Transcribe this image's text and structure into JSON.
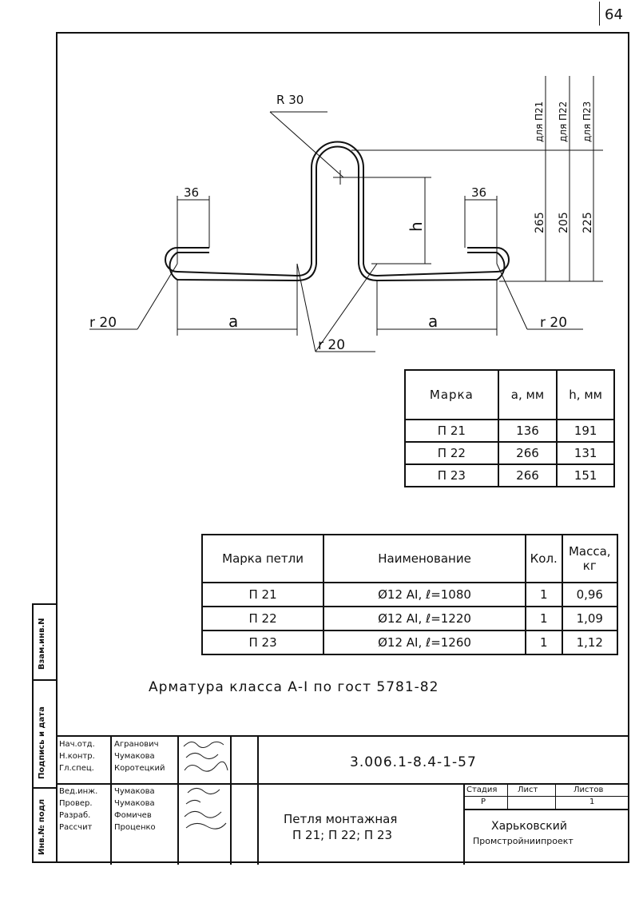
{
  "page_number": "64",
  "drawing": {
    "radius_top": "R 30",
    "bend_left": "r 20",
    "bend_middle": "r 20",
    "bend_right": "r 20",
    "hook_left": "36",
    "hook_right": "36",
    "dim_a_left": "a",
    "dim_a_right": "a",
    "dim_h": "h",
    "heights": [
      "265",
      "205",
      "225"
    ],
    "height_labels": [
      "для П21",
      "для П22",
      "для П23"
    ]
  },
  "dimensions_table": {
    "headers": [
      "Марка",
      "a, мм",
      "h, мм"
    ],
    "rows": [
      [
        "П 21",
        "136",
        "191"
      ],
      [
        "П 22",
        "266",
        "131"
      ],
      [
        "П 23",
        "266",
        "151"
      ]
    ]
  },
  "spec_table": {
    "headers": [
      "Марка петли",
      "Наименование",
      "Кол.",
      "Масса, кг"
    ],
    "rows": [
      [
        "П 21",
        "Ø12 AI, ℓ=1080",
        "1",
        "0,96"
      ],
      [
        "П 22",
        "Ø12 AI, ℓ=1220",
        "1",
        "1,09"
      ],
      [
        "П 23",
        "Ø12 AI, ℓ=1260",
        "1",
        "1,12"
      ]
    ]
  },
  "note": "Арматура   класса  А-I  по гост  5781-82",
  "side_labels": [
    "Взам.инв.N",
    "Подпись и дата",
    "Инв.№ подл"
  ],
  "title_block": {
    "roles": [
      "Нач.отд.",
      "Н.контр.",
      "Гл.спец.",
      "Вед.инж.",
      "Провер.",
      "Разраб.",
      "Рассчит"
    ],
    "names": [
      "Агранович",
      "Чумакова",
      "Коротецкий",
      "Чумакова",
      "Чумакова",
      "Фомичев",
      "Проценко"
    ],
    "code": "3.006.1-8.4-1-57",
    "title_line1": "Петля  монтажная",
    "title_line2": "П 21;  П 22; П 23",
    "stage_label": "Стадия",
    "sheet_label": "Лист",
    "sheets_label": "Листов",
    "stage": "Р",
    "sheets": "1",
    "org_line1": "Харьковский",
    "org_line2": "Промстройниипроект"
  }
}
